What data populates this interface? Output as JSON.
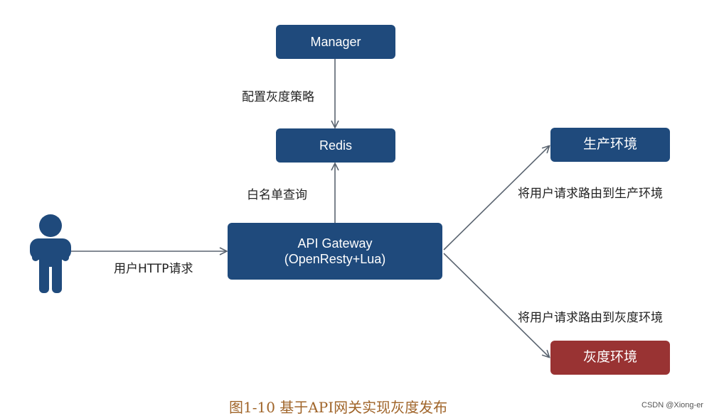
{
  "boxes": {
    "manager": {
      "label": "Manager"
    },
    "redis": {
      "label": "Redis"
    },
    "gateway": {
      "line1": "API Gateway",
      "line2": "(OpenResty+Lua)"
    },
    "prod_env": {
      "label": "生产环境"
    },
    "gray_env": {
      "label": "灰度环境"
    }
  },
  "edge_labels": {
    "config_policy": "配置灰度策略",
    "whitelist_query": "白名单查询",
    "user_http_request": "用户HTTP请求",
    "route_to_prod": "将用户请求路由到生产环境",
    "route_to_gray": "将用户请求路由到灰度环境"
  },
  "caption": "图1-10 基于API网关实现灰度发布",
  "watermark": "CSDN @Xiong-er",
  "colors": {
    "box_blue": "#1f4a7c",
    "box_red": "#993333",
    "arrow": "#5a6470",
    "caption": "#a0652a"
  }
}
